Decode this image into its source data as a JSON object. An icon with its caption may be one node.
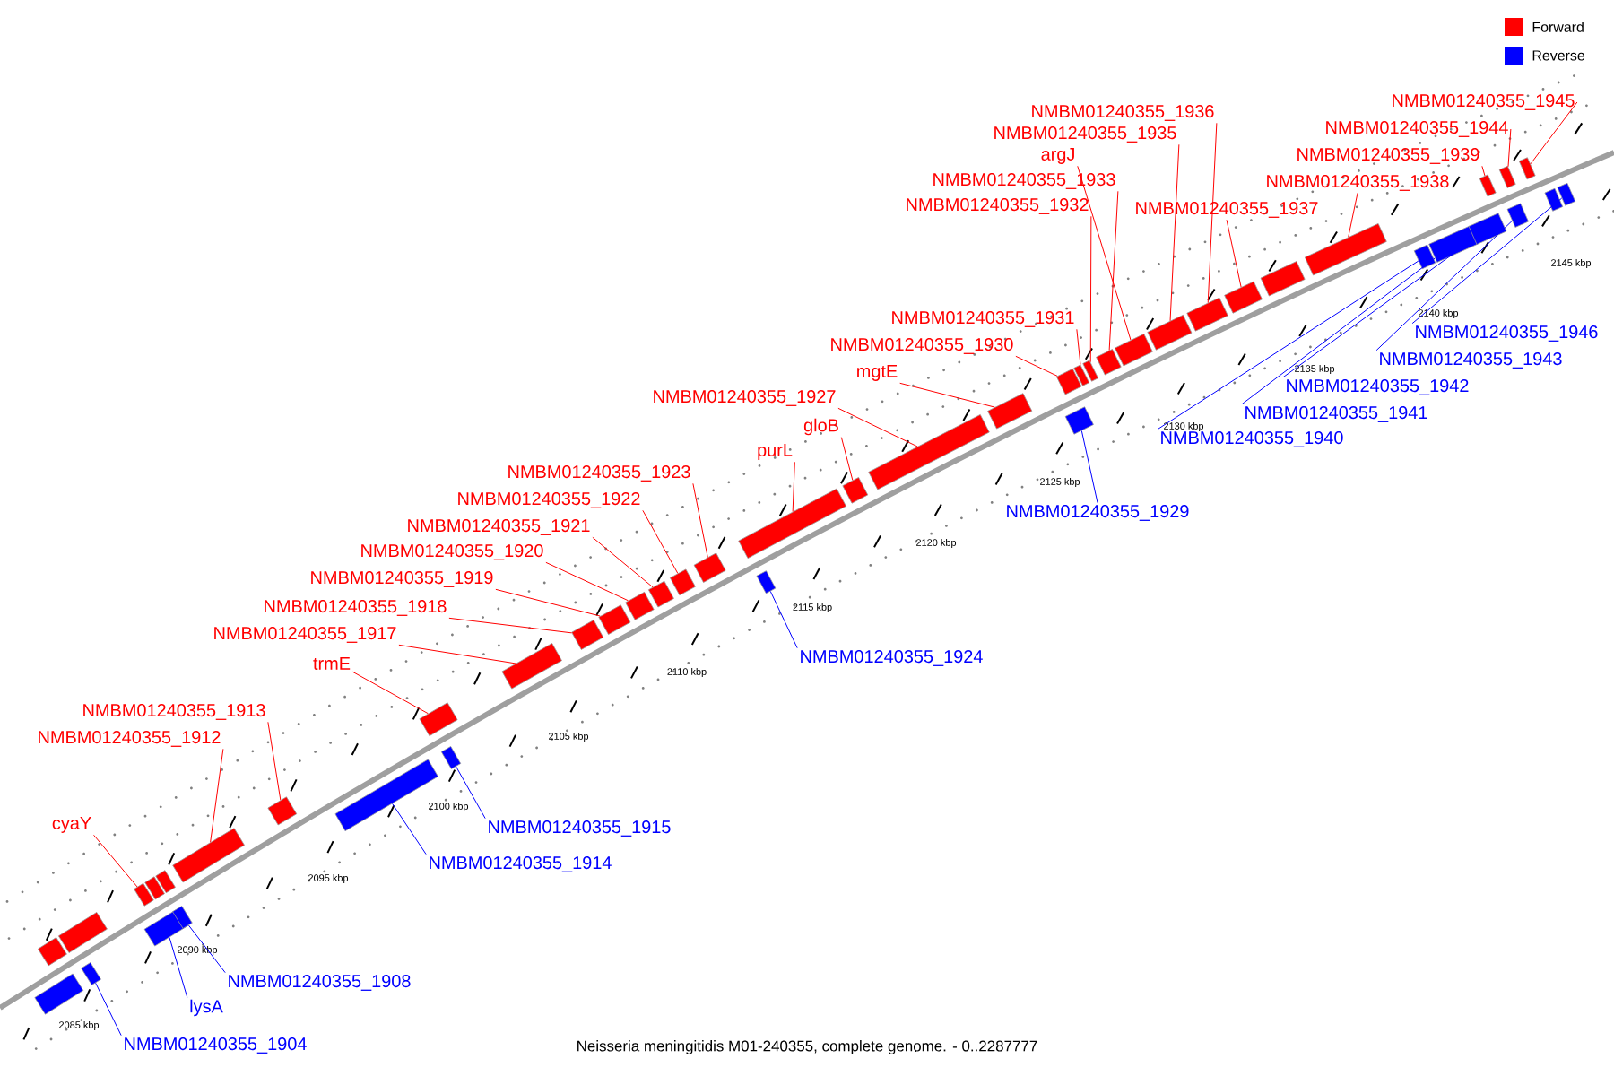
{
  "diagram": {
    "caption": "Neisseria meningitidis M01-240355, complete genome. - 0..2287777",
    "nodes": [
      {
        "text": [],
        "shape": "box"
      },
      {
        "text": [],
        "shape": "box"
      },
      {
        "text": [],
        "shape": "box"
      },
      {
        "text": [],
        "shape": "box"
      },
      {
        "text": [],
        "shape": "box"
      },
      {
        "text": [],
        "shape": "box"
      },
      {
        "text": [],
        "shape": "box"
      },
      {
        "text": [],
        "shape": "box"
      },
      {
        "text": [],
        "shape": "box"
      },
      {
        "text": [],
        "shape": "box"
      },
      {
        "text": [],
        "shape": "box"
      },
      {
        "text": [],
        "shape": "box"
      },
      {
        "text": [],
        "shape": "box"
      },
      {
        "text": [],
        "shape": "box"
      },
      {
        "text": [],
        "shape": "box"
      },
      {
        "text": [],
        "shape": "box"
      },
      {
        "text": [],
        "shape": "box"
      },
      {
        "text": [],
        "shape": "box"
      },
      {
        "text": [],
        "shape": "box"
      },
      {
        "text": [],
        "shape": "box"
      },
      {
        "text": [],
        "shape": "box"
      },
      {
        "text": [],
        "shape": "box"
      },
      {
        "text": [],
        "shape": "box"
      },
      {
        "text": [],
        "shape": "box"
      },
      {
        "text": [],
        "shape": "box"
      },
      {
        "text": [],
        "shape": "box"
      },
      {
        "text": [],
        "shape": "box"
      },
      {
        "text": [],
        "shape": "box"
      },
      {
        "text": [],
        "shape": "box"
      },
      {
        "text": [],
        "shape": "box"
      },
      {
        "text": [],
        "shape": "box"
      },
      {
        "text": [],
        "shape": "box"
      },
      {
        "text": [],
        "shape": "box"
      },
      {
        "text": [],
        "shape": "box"
      },
      {
        "text": [],
        "shape": "box"
      },
      {
        "text": [],
        "shape": "box"
      },
      {
        "text": [],
        "shape": "box"
      },
      {
        "text": [],
        "shape": "box"
      },
      {
        "text": [],
        "shape": "box"
      },
      {
        "text": [],
        "shape": "box"
      },
      {
        "text": [],
        "shape": "box"
      },
      {
        "text": [],
        "shape": "box"
      },
      {
        "text": [],
        "shape": "box"
      },
      {
        "text": [],
        "shape": "box"
      },
      {
        "text": [],
        "shape": "box"
      },
      {
        "text": [],
        "shape": "box"
      },
      {
        "text": [
          "NMBM01240355_1945"
        ]
      },
      {
        "text": [
          "NMBM01240355_1936"
        ]
      },
      {
        "text": [
          "NMBM01240355_1944"
        ]
      },
      {
        "text": [
          "NMBM01240355_1935"
        ]
      },
      {
        "text": [
          "argJ"
        ]
      },
      {
        "text": [
          "NMBM01240355_1939"
        ]
      },
      {
        "text": [
          "NMBM01240355_1933"
        ]
      },
      {
        "text": [
          "NMBM01240355_1938"
        ]
      },
      {
        "text": [
          "NMBM01240355_1932"
        ]
      },
      {
        "text": [
          "NMBM01240355_1937"
        ]
      },
      {
        "text": [
          "NMBM01240355_1931"
        ]
      },
      {
        "text": [
          "NMBM01240355_1946"
        ]
      },
      {
        "text": [
          "NMBM01240355_1930"
        ]
      },
      {
        "text": [
          "NMBM01240355_1943"
        ]
      },
      {
        "text": [
          "mgtE"
        ]
      },
      {
        "text": [
          "NMBM01240355_1942"
        ]
      },
      {
        "text": [
          "NMBM01240355_1927"
        ]
      },
      {
        "text": [
          "NMBM01240355_1941"
        ]
      },
      {
        "text": [
          "gloB"
        ]
      },
      {
        "text": [
          "NMBM01240355_1940"
        ]
      },
      {
        "text": [
          "purL"
        ]
      },
      {
        "text": [
          "NMBM01240355_1923"
        ]
      },
      {
        "text": [
          "NMBM01240355_1922"
        ]
      },
      {
        "text": [
          "NMBM01240355_1929"
        ]
      },
      {
        "text": [
          "NMBM01240355_1921"
        ]
      },
      {
        "text": [
          "NMBM01240355_1920"
        ]
      },
      {
        "text": [
          "NMBM01240355_1919"
        ]
      },
      {
        "text": [
          "NMBM01240355_1918"
        ]
      },
      {
        "text": [
          "NMBM01240355_1917"
        ]
      },
      {
        "text": [
          "NMBM01240355_1924"
        ]
      },
      {
        "text": [
          "trmE"
        ]
      },
      {
        "text": [
          "NMBM01240355_1913"
        ]
      },
      {
        "text": [
          "NMBM01240355_1912"
        ]
      },
      {
        "text": [
          "cyaY"
        ]
      },
      {
        "text": [
          "NMBM01240355_1915"
        ]
      },
      {
        "text": [
          "NMBM01240355_1914"
        ]
      },
      {
        "text": [
          "NMBM01240355_1908"
        ]
      },
      {
        "text": [
          "lysA"
        ]
      },
      {
        "text": [
          "NMBM01240355_1904"
        ]
      }
    ],
    "edges": [
      {
        "from": 46,
        "to": 43,
        "arrow": "none"
      },
      {
        "from": 47,
        "to": 33,
        "arrow": "none"
      },
      {
        "from": 48,
        "to": 42,
        "arrow": "none"
      },
      {
        "from": 49,
        "to": 32,
        "arrow": "none"
      },
      {
        "from": 50,
        "to": 31,
        "arrow": "none"
      },
      {
        "from": 51,
        "to": 40,
        "arrow": "none"
      },
      {
        "from": 52,
        "to": 30,
        "arrow": "none"
      },
      {
        "from": 53,
        "to": 36,
        "arrow": "none"
      },
      {
        "from": 54,
        "to": 29,
        "arrow": "none"
      },
      {
        "from": 55,
        "to": 34,
        "arrow": "none"
      },
      {
        "from": 56,
        "to": 28,
        "arrow": "none"
      },
      {
        "from": 57,
        "to": 45,
        "arrow": "none",
        "color": "#0000ff"
      },
      {
        "from": 58,
        "to": 27,
        "arrow": "none"
      },
      {
        "from": 59,
        "to": 41,
        "arrow": "none",
        "color": "#0000ff"
      },
      {
        "from": 60,
        "to": 25,
        "arrow": "none"
      },
      {
        "from": 61,
        "to": 39,
        "arrow": "none",
        "color": "#0000ff"
      },
      {
        "from": 62,
        "to": 24,
        "arrow": "none"
      },
      {
        "from": 63,
        "to": 38,
        "arrow": "none",
        "color": "#0000ff"
      },
      {
        "from": 64,
        "to": 23,
        "arrow": "none"
      },
      {
        "from": 65,
        "to": 37,
        "arrow": "none",
        "color": "#0000ff"
      },
      {
        "from": 66,
        "to": 22,
        "arrow": "none"
      },
      {
        "from": 67,
        "to": 20,
        "arrow": "none"
      },
      {
        "from": 68,
        "to": 19,
        "arrow": "none"
      },
      {
        "from": 69,
        "to": 26,
        "arrow": "none",
        "color": "#0000ff"
      },
      {
        "from": 70,
        "to": 18,
        "arrow": "none"
      },
      {
        "from": 71,
        "to": 17,
        "arrow": "none"
      },
      {
        "from": 72,
        "to": 16,
        "arrow": "none"
      },
      {
        "from": 73,
        "to": 15,
        "arrow": "none"
      },
      {
        "from": 74,
        "to": 14,
        "arrow": "none"
      },
      {
        "from": 75,
        "to": 21,
        "arrow": "none",
        "color": "#0000ff"
      },
      {
        "from": 76,
        "to": 13,
        "arrow": "none"
      },
      {
        "from": 77,
        "to": 10,
        "arrow": "none"
      },
      {
        "from": 78,
        "to": 9,
        "arrow": "none"
      },
      {
        "from": 79,
        "to": 4,
        "arrow": "none"
      },
      {
        "from": 80,
        "to": 12,
        "arrow": "none",
        "color": "#0000ff"
      },
      {
        "from": 81,
        "to": 11,
        "arrow": "none",
        "color": "#0000ff"
      },
      {
        "from": 82,
        "to": 7,
        "arrow": "none",
        "color": "#0000ff"
      },
      {
        "from": 83,
        "to": 5,
        "arrow": "none",
        "color": "#0000ff"
      },
      {
        "from": 84,
        "to": 2,
        "arrow": "none",
        "color": "#0000ff"
      }
    ],
    "labels": [
      "2085 kbp",
      "2090 kbp",
      "2095 kbp",
      "2100 kbp",
      "2105 kbp",
      "2110 kbp",
      "2115 kbp",
      "2120 kbp",
      "2125 kbp",
      "2130 kbp",
      "2135 kbp",
      "2140 kbp",
      "2145 kbp"
    ],
    "legend": [
      {
        "text": "Forward",
        "color": "#ff0000"
      },
      {
        "text": "Reverse",
        "color": "#0000ff"
      }
    ]
  }
}
